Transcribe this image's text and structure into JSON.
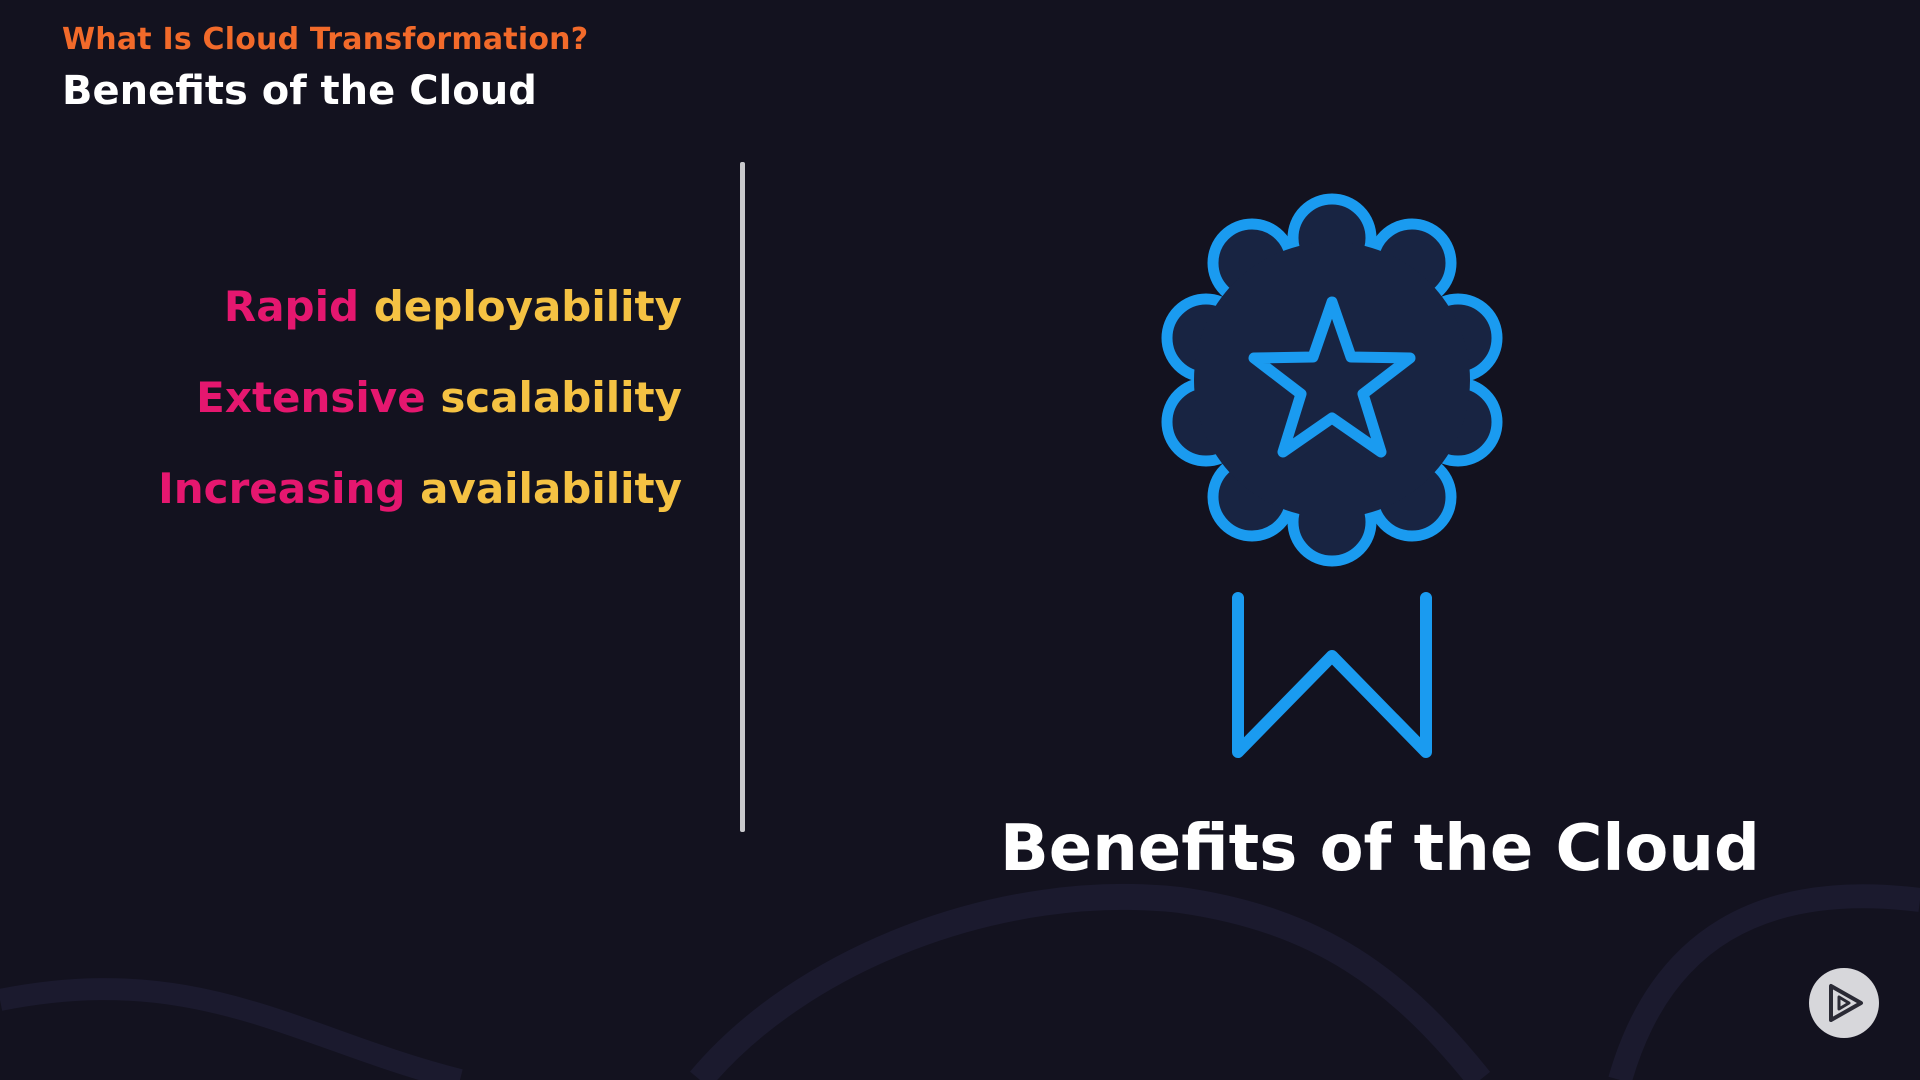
{
  "header": {
    "eyebrow": "What Is Cloud Transformation?",
    "title": "Benefits of the Cloud"
  },
  "benefits": [
    {
      "accent": "Rapid",
      "rest": "deployability"
    },
    {
      "accent": "Extensive",
      "rest": "scalability"
    },
    {
      "accent": "Increasing",
      "rest": "availability"
    }
  ],
  "badge": {
    "icon": "award-ribbon-icon",
    "caption": "Benefits of the Cloud"
  },
  "player": {
    "icon": "play-logo-icon"
  },
  "colors": {
    "background": "#13121f",
    "eyebrow": "#f26a2a",
    "accent_word": "#e5176f",
    "rest_word": "#f5c243",
    "badge_stroke": "#1a9bf0",
    "badge_fill": "#182442"
  }
}
